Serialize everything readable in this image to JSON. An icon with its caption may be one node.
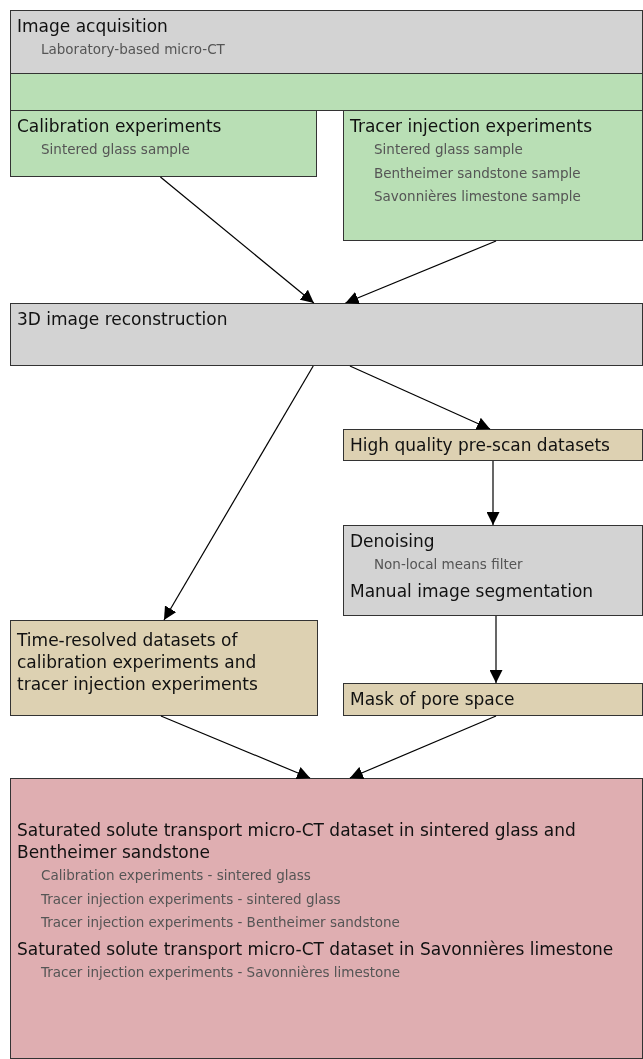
{
  "diagram": {
    "nodes": [
      {
        "text": [
          "Image acquisition",
          "Laboratory-based micro-CT"
        ]
      },
      {
        "text": [],
        "shape": "bar"
      },
      {
        "text": [
          "Calibration experiments",
          "Sintered glass sample"
        ]
      },
      {
        "text": [
          "Tracer injection experiments",
          "Sintered glass sample",
          "Bentheimer sandstone sample",
          "Savonnières limestone sample"
        ]
      },
      {
        "text": [
          "3D image reconstruction"
        ]
      },
      {
        "text": [
          "High quality pre-scan datasets"
        ]
      },
      {
        "text": [
          "Denoising",
          "Non-local means filter",
          "Manual image segmentation"
        ]
      },
      {
        "text": [
          "Time-resolved datasets of calibration experiments and tracer injection experiments"
        ]
      },
      {
        "text": [
          "Mask of pore space"
        ]
      },
      {
        "text": [
          "Saturated solute transport micro-CT dataset in sintered glass and Bentheimer sandstone",
          "Calibration experiments - sintered glass",
          "Tracer injection experiments - sintered glass",
          "Tracer injection experiments - Bentheimer sandstone",
          "Saturated solute transport micro-CT dataset in Savonnières limestone",
          "Tracer injection experiments - Savonnières limestone"
        ]
      }
    ],
    "edges": [
      {
        "from": 2,
        "to": 4,
        "arrow": "to"
      },
      {
        "from": 3,
        "to": 4,
        "arrow": "to"
      },
      {
        "from": 4,
        "to": 5,
        "arrow": "to"
      },
      {
        "from": 4,
        "to": 7,
        "arrow": "to"
      },
      {
        "from": 5,
        "to": 6,
        "arrow": "to"
      },
      {
        "from": 6,
        "to": 8,
        "arrow": "to"
      },
      {
        "from": 7,
        "to": 9,
        "arrow": "to"
      },
      {
        "from": 8,
        "to": 9,
        "arrow": "to"
      }
    ]
  }
}
